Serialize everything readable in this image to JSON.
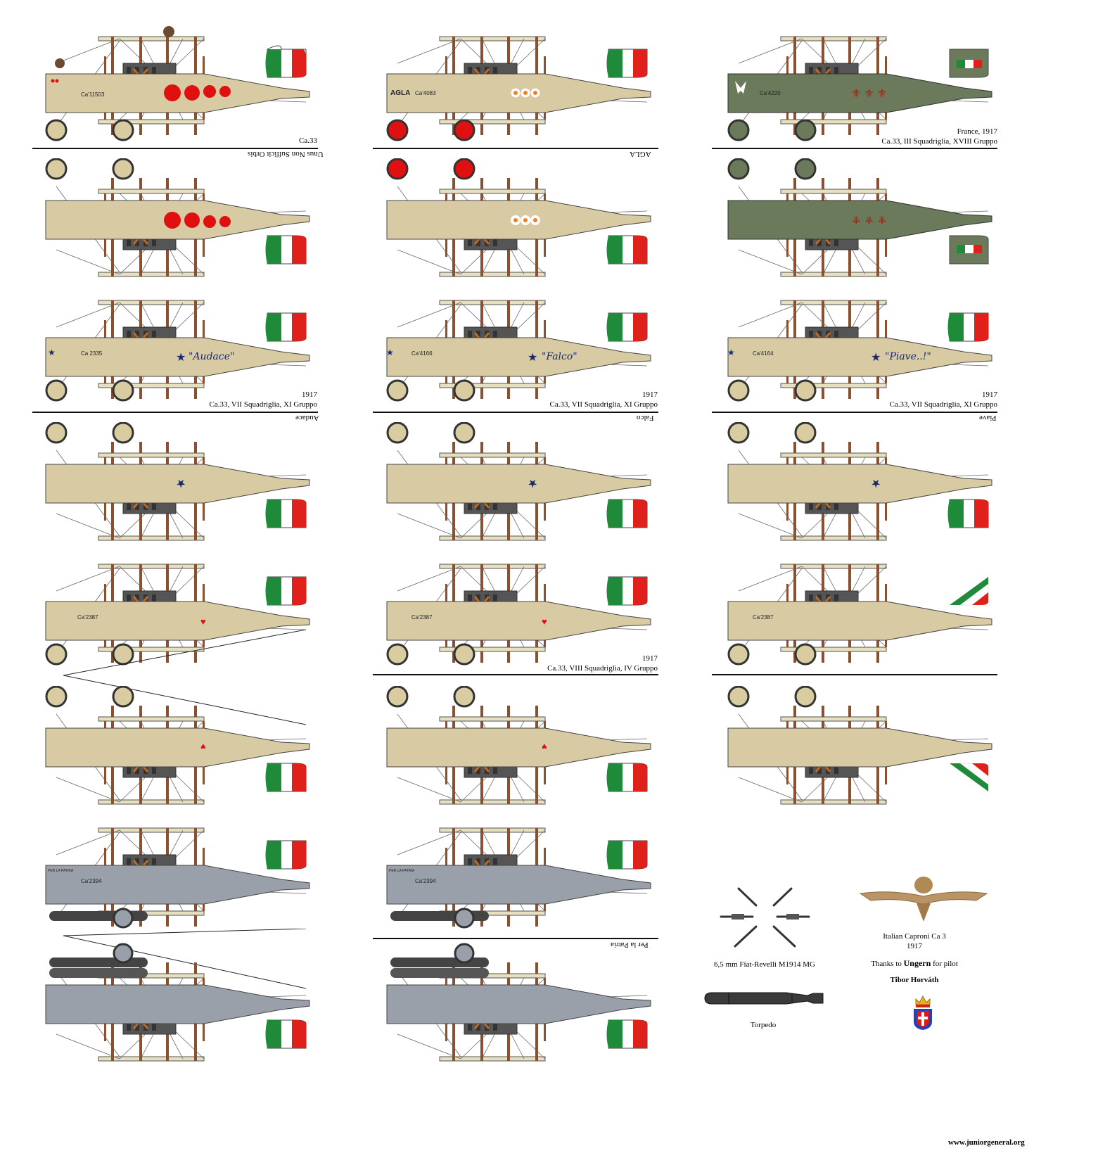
{
  "sheet": {
    "title": "Italian Caproni Ca.3",
    "year": "1917",
    "website": "www.juniorgeneral.org"
  },
  "colors": {
    "tan_fuselage": "#d8cba3",
    "olive_fuselage": "#6b7a5a",
    "grey_fuselage": "#9aa0aa",
    "italian_green": "#1f8a3a",
    "italian_red": "#e0201a",
    "italian_white": "#ffffff",
    "roundel_red": "#e01010",
    "star_blue": "#1a2a6c",
    "strut_brown": "#8a5030",
    "wheel_tan": "#d8cca0",
    "crew_brown": "#6a4a32"
  },
  "aircraft": [
    {
      "row": 0,
      "col": 0,
      "serial": "Ca'11503",
      "nose_text": "Unus Non Sufficit Orbis",
      "marking": "red-discs",
      "scheme": "tan",
      "caption_lines": [
        "Ca.33"
      ],
      "inverted_label": "Unus Non Sufficit Orbis",
      "wheels": "tan"
    },
    {
      "row": 0,
      "col": 1,
      "serial": "Ca'4083",
      "nose_text": "AGLA",
      "marking": "orange-roundels",
      "scheme": "tan",
      "caption_lines": [],
      "inverted_label": "AGLA",
      "wheels": "red"
    },
    {
      "row": 0,
      "col": 2,
      "serial": "Ca'4220",
      "nose_text": "",
      "marking": "fleur-de-lis",
      "scheme": "olive",
      "caption_lines": [
        "France, 1917",
        "Ca.33, III Squadriglia, XVIII Gruppo"
      ],
      "inverted_label": "",
      "wheels": "olive"
    },
    {
      "row": 1,
      "col": 0,
      "serial": "Ca 2335",
      "nose_text": "",
      "marking": "blue-star",
      "scheme": "tan",
      "name": "\"Audace\"",
      "caption_lines": [
        "1917",
        "Ca.33, VII Squadriglia, XI Gruppo"
      ],
      "inverted_label": "Audace",
      "wheels": "tan"
    },
    {
      "row": 1,
      "col": 1,
      "serial": "Ca'4166",
      "nose_text": "",
      "marking": "blue-star",
      "scheme": "tan",
      "name": "\"Falco\"",
      "caption_lines": [
        "1917",
        "Ca.33, VII Squadriglia, XI Gruppo"
      ],
      "inverted_label": "Falco",
      "wheels": "tan"
    },
    {
      "row": 1,
      "col": 2,
      "serial": "Ca'4164",
      "nose_text": "",
      "marking": "blue-star",
      "scheme": "tan",
      "name": "\"Piave..!\"",
      "caption_lines": [
        "1917",
        "Ca.33, VII Squadriglia, XI Gruppo"
      ],
      "inverted_label": "Piave",
      "wheels": "tan"
    },
    {
      "row": 2,
      "col": 0,
      "serial": "Ca'2387",
      "nose_text": "",
      "marking": "red-heart",
      "scheme": "tan",
      "caption_lines": [],
      "inverted_label": "",
      "wheels": "tan"
    },
    {
      "row": 2,
      "col": 1,
      "serial": "Ca'2387",
      "nose_text": "",
      "marking": "red-heart",
      "scheme": "tan",
      "caption_lines": [
        "1917",
        "Ca.33, VIII Squadriglia, IV Gruppo"
      ],
      "inverted_label": "",
      "wheels": "tan"
    },
    {
      "row": 2,
      "col": 2,
      "serial": "Ca'2387",
      "nose_text": "",
      "marking": "none",
      "scheme": "tan",
      "caption_lines": [],
      "inverted_label": "",
      "wheels": "tan",
      "rudder": "diagonal-tricolor"
    },
    {
      "row": 3,
      "col": 0,
      "serial": "Ca'2394",
      "nose_text": "PER LA PATRIA",
      "marking": "none",
      "scheme": "grey",
      "caption_lines": [],
      "inverted_label": "",
      "wheels": "grey",
      "torpedo": true
    },
    {
      "row": 3,
      "col": 1,
      "serial": "Ca'2394",
      "nose_text": "PER LA PATRIA",
      "marking": "none",
      "scheme": "grey",
      "caption_lines": [],
      "inverted_label": "Per la Patria",
      "wheels": "grey",
      "torpedo": true
    }
  ],
  "legend": {
    "mg_label": "6,5 mm Fiat-Revelli M1914 MG",
    "torpedo_label": "Torpedo",
    "title_line1": "Italian Caproni Ca 3",
    "title_line2": "1917",
    "thanks_prefix": "Thanks to ",
    "thanks_name": "Ungern",
    "thanks_suffix": " for pilot",
    "author": "Tibor Horváth",
    "badge_icon": "pilot-wings-badge",
    "crest_icon": "savoy-crest"
  }
}
